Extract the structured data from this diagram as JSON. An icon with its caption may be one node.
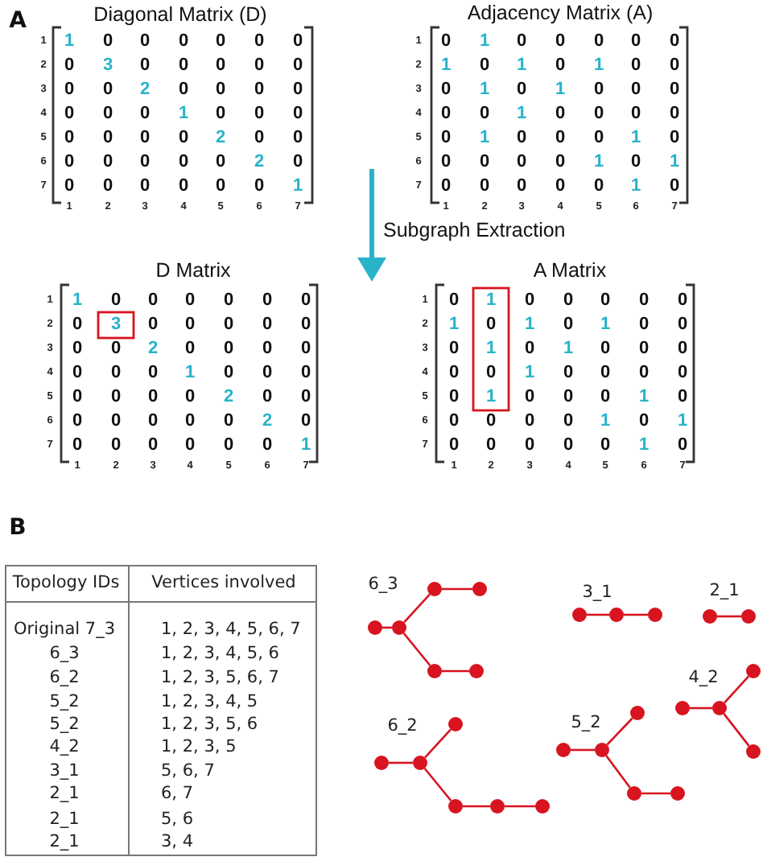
{
  "diagram": {
    "nodes": [
      {
        "text": [],
        "shape": "circle"
      },
      {
        "text": [],
        "shape": "circle"
      },
      {
        "text": [],
        "shape": "circle"
      },
      {
        "text": [],
        "shape": "circle"
      },
      {
        "text": [],
        "shape": "circle"
      },
      {
        "text": [],
        "shape": "circle"
      },
      {
        "text": [],
        "shape": "circle"
      },
      {
        "text": [],
        "shape": "circle"
      },
      {
        "text": [],
        "shape": "circle"
      },
      {
        "text": [],
        "shape": "circle"
      },
      {
        "text": [],
        "shape": "circle"
      },
      {
        "text": [],
        "shape": "circle"
      },
      {
        "text": [],
        "shape": "circle"
      },
      {
        "text": [],
        "shape": "circle"
      },
      {
        "text": [],
        "shape": "circle"
      },
      {
        "text": [],
        "shape": "circle"
      },
      {
        "text": [],
        "shape": "circle"
      },
      {
        "text": [],
        "shape": "circle"
      },
      {
        "text": [],
        "shape": "circle"
      },
      {
        "text": [],
        "shape": "circle"
      },
      {
        "text": [],
        "shape": "circle"
      },
      {
        "text": [],
        "shape": "circle"
      },
      {
        "text": [],
        "shape": "circle"
      },
      {
        "text": [],
        "shape": "circle"
      },
      {
        "text": [],
        "shape": "circle"
      },
      {
        "text": [],
        "shape": "circle"
      }
    ],
    "edges": [
      {
        "from": 0,
        "to": 1,
        "arrow": "none"
      },
      {
        "from": 1,
        "to": 2,
        "arrow": "none"
      },
      {
        "from": 2,
        "to": 3,
        "arrow": "none"
      },
      {
        "from": 1,
        "to": 4,
        "arrow": "none"
      },
      {
        "from": 4,
        "to": 5,
        "arrow": "none"
      },
      {
        "from": 6,
        "to": 7,
        "arrow": "none"
      },
      {
        "from": 7,
        "to": 8,
        "arrow": "none"
      },
      {
        "from": 9,
        "to": 10,
        "arrow": "none"
      },
      {
        "from": 11,
        "to": 12,
        "arrow": "none"
      },
      {
        "from": 12,
        "to": 13,
        "arrow": "none"
      },
      {
        "from": 12,
        "to": 14,
        "arrow": "none"
      },
      {
        "from": 15,
        "to": 16,
        "arrow": "none"
      },
      {
        "from": 16,
        "to": 17,
        "arrow": "none"
      },
      {
        "from": 16,
        "to": 18,
        "arrow": "none"
      },
      {
        "from": 18,
        "to": 19,
        "arrow": "none"
      },
      {
        "from": 19,
        "to": 20,
        "arrow": "none"
      },
      {
        "from": 21,
        "to": 22,
        "arrow": "none"
      },
      {
        "from": 22,
        "to": 23,
        "arrow": "none"
      },
      {
        "from": 22,
        "to": 24,
        "arrow": "none"
      },
      {
        "from": 24,
        "to": 25,
        "arrow": "none"
      }
    ],
    "labels": [
      "A",
      "Diagonal Matrix (D)",
      "1",
      "1",
      "0",
      "0",
      "0",
      "0",
      "0",
      "0",
      "2",
      "0",
      "3",
      "0",
      "0",
      "0",
      "0",
      "0",
      "3",
      "0",
      "0",
      "2",
      "0",
      "0",
      "0",
      "0",
      "4",
      "0",
      "0",
      "0",
      "1",
      "0",
      "0",
      "0",
      "5",
      "0",
      "0",
      "0",
      "0",
      "2",
      "0",
      "0",
      "6",
      "0",
      "0",
      "0",
      "0",
      "0",
      "2",
      "0",
      "7",
      "0",
      "0",
      "0",
      "0",
      "0",
      "0",
      "1",
      "1",
      "2",
      "3",
      "4",
      "5",
      "6",
      "7",
      "Adjacency Matrix (A)",
      "1",
      "0",
      "1",
      "0",
      "0",
      "0",
      "0",
      "0",
      "2",
      "1",
      "0",
      "1",
      "0",
      "1",
      "0",
      "0",
      "3",
      "0",
      "1",
      "0",
      "1",
      "0",
      "0",
      "0",
      "4",
      "0",
      "0",
      "1",
      "0",
      "0",
      "0",
      "0",
      "5",
      "0",
      "1",
      "0",
      "0",
      "0",
      "1",
      "0",
      "6",
      "0",
      "0",
      "0",
      "0",
      "1",
      "0",
      "1",
      "7",
      "0",
      "0",
      "0",
      "0",
      "0",
      "1",
      "0",
      "1",
      "2",
      "3",
      "4",
      "5",
      "6",
      "7",
      "Subgraph Extraction",
      "D Matrix",
      "1",
      "1",
      "0",
      "0",
      "0",
      "0",
      "0",
      "0",
      "2",
      "0",
      "3",
      "0",
      "0",
      "0",
      "0",
      "0",
      "3",
      "0",
      "0",
      "2",
      "0",
      "0",
      "0",
      "0",
      "4",
      "0",
      "0",
      "0",
      "1",
      "0",
      "0",
      "0",
      "5",
      "0",
      "0",
      "0",
      "0",
      "2",
      "0",
      "0",
      "6",
      "0",
      "0",
      "0",
      "0",
      "0",
      "2",
      "0",
      "7",
      "0",
      "0",
      "0",
      "0",
      "0",
      "0",
      "1",
      "1",
      "2",
      "3",
      "4",
      "5",
      "6",
      "7",
      "A Matrix",
      "1",
      "0",
      "1",
      "0",
      "0",
      "0",
      "0",
      "0",
      "2",
      "1",
      "0",
      "1",
      "0",
      "1",
      "0",
      "0",
      "3",
      "0",
      "1",
      "0",
      "1",
      "0",
      "0",
      "0",
      "4",
      "0",
      "0",
      "1",
      "0",
      "0",
      "0",
      "0",
      "5",
      "0",
      "1",
      "0",
      "0",
      "0",
      "1",
      "0",
      "6",
      "0",
      "0",
      "0",
      "0",
      "1",
      "0",
      "1",
      "7",
      "0",
      "0",
      "0",
      "0",
      "0",
      "1",
      "0",
      "1",
      "2",
      "3",
      "4",
      "5",
      "6",
      "7",
      "B",
      "Topology IDs",
      "Vertices involved",
      "Original 7_3",
      "1, 2, 3, 4, 5, 6, 7",
      "6_3",
      "1, 2, 3, 4, 5, 6",
      "6_2",
      "1, 2, 3, 5, 6, 7",
      "5_2",
      "1, 2, 3, 4, 5",
      "5_2",
      "1, 2, 3, 5, 6",
      "4_2",
      "1, 2, 3, 5",
      "3_1",
      "5, 6, 7",
      "2_1",
      "6, 7",
      "2_1",
      "5, 6",
      "2_1",
      "3, 4",
      "6_3",
      "3_1",
      "2_1",
      "4_2",
      "6_2",
      "5_2"
    ]
  }
}
